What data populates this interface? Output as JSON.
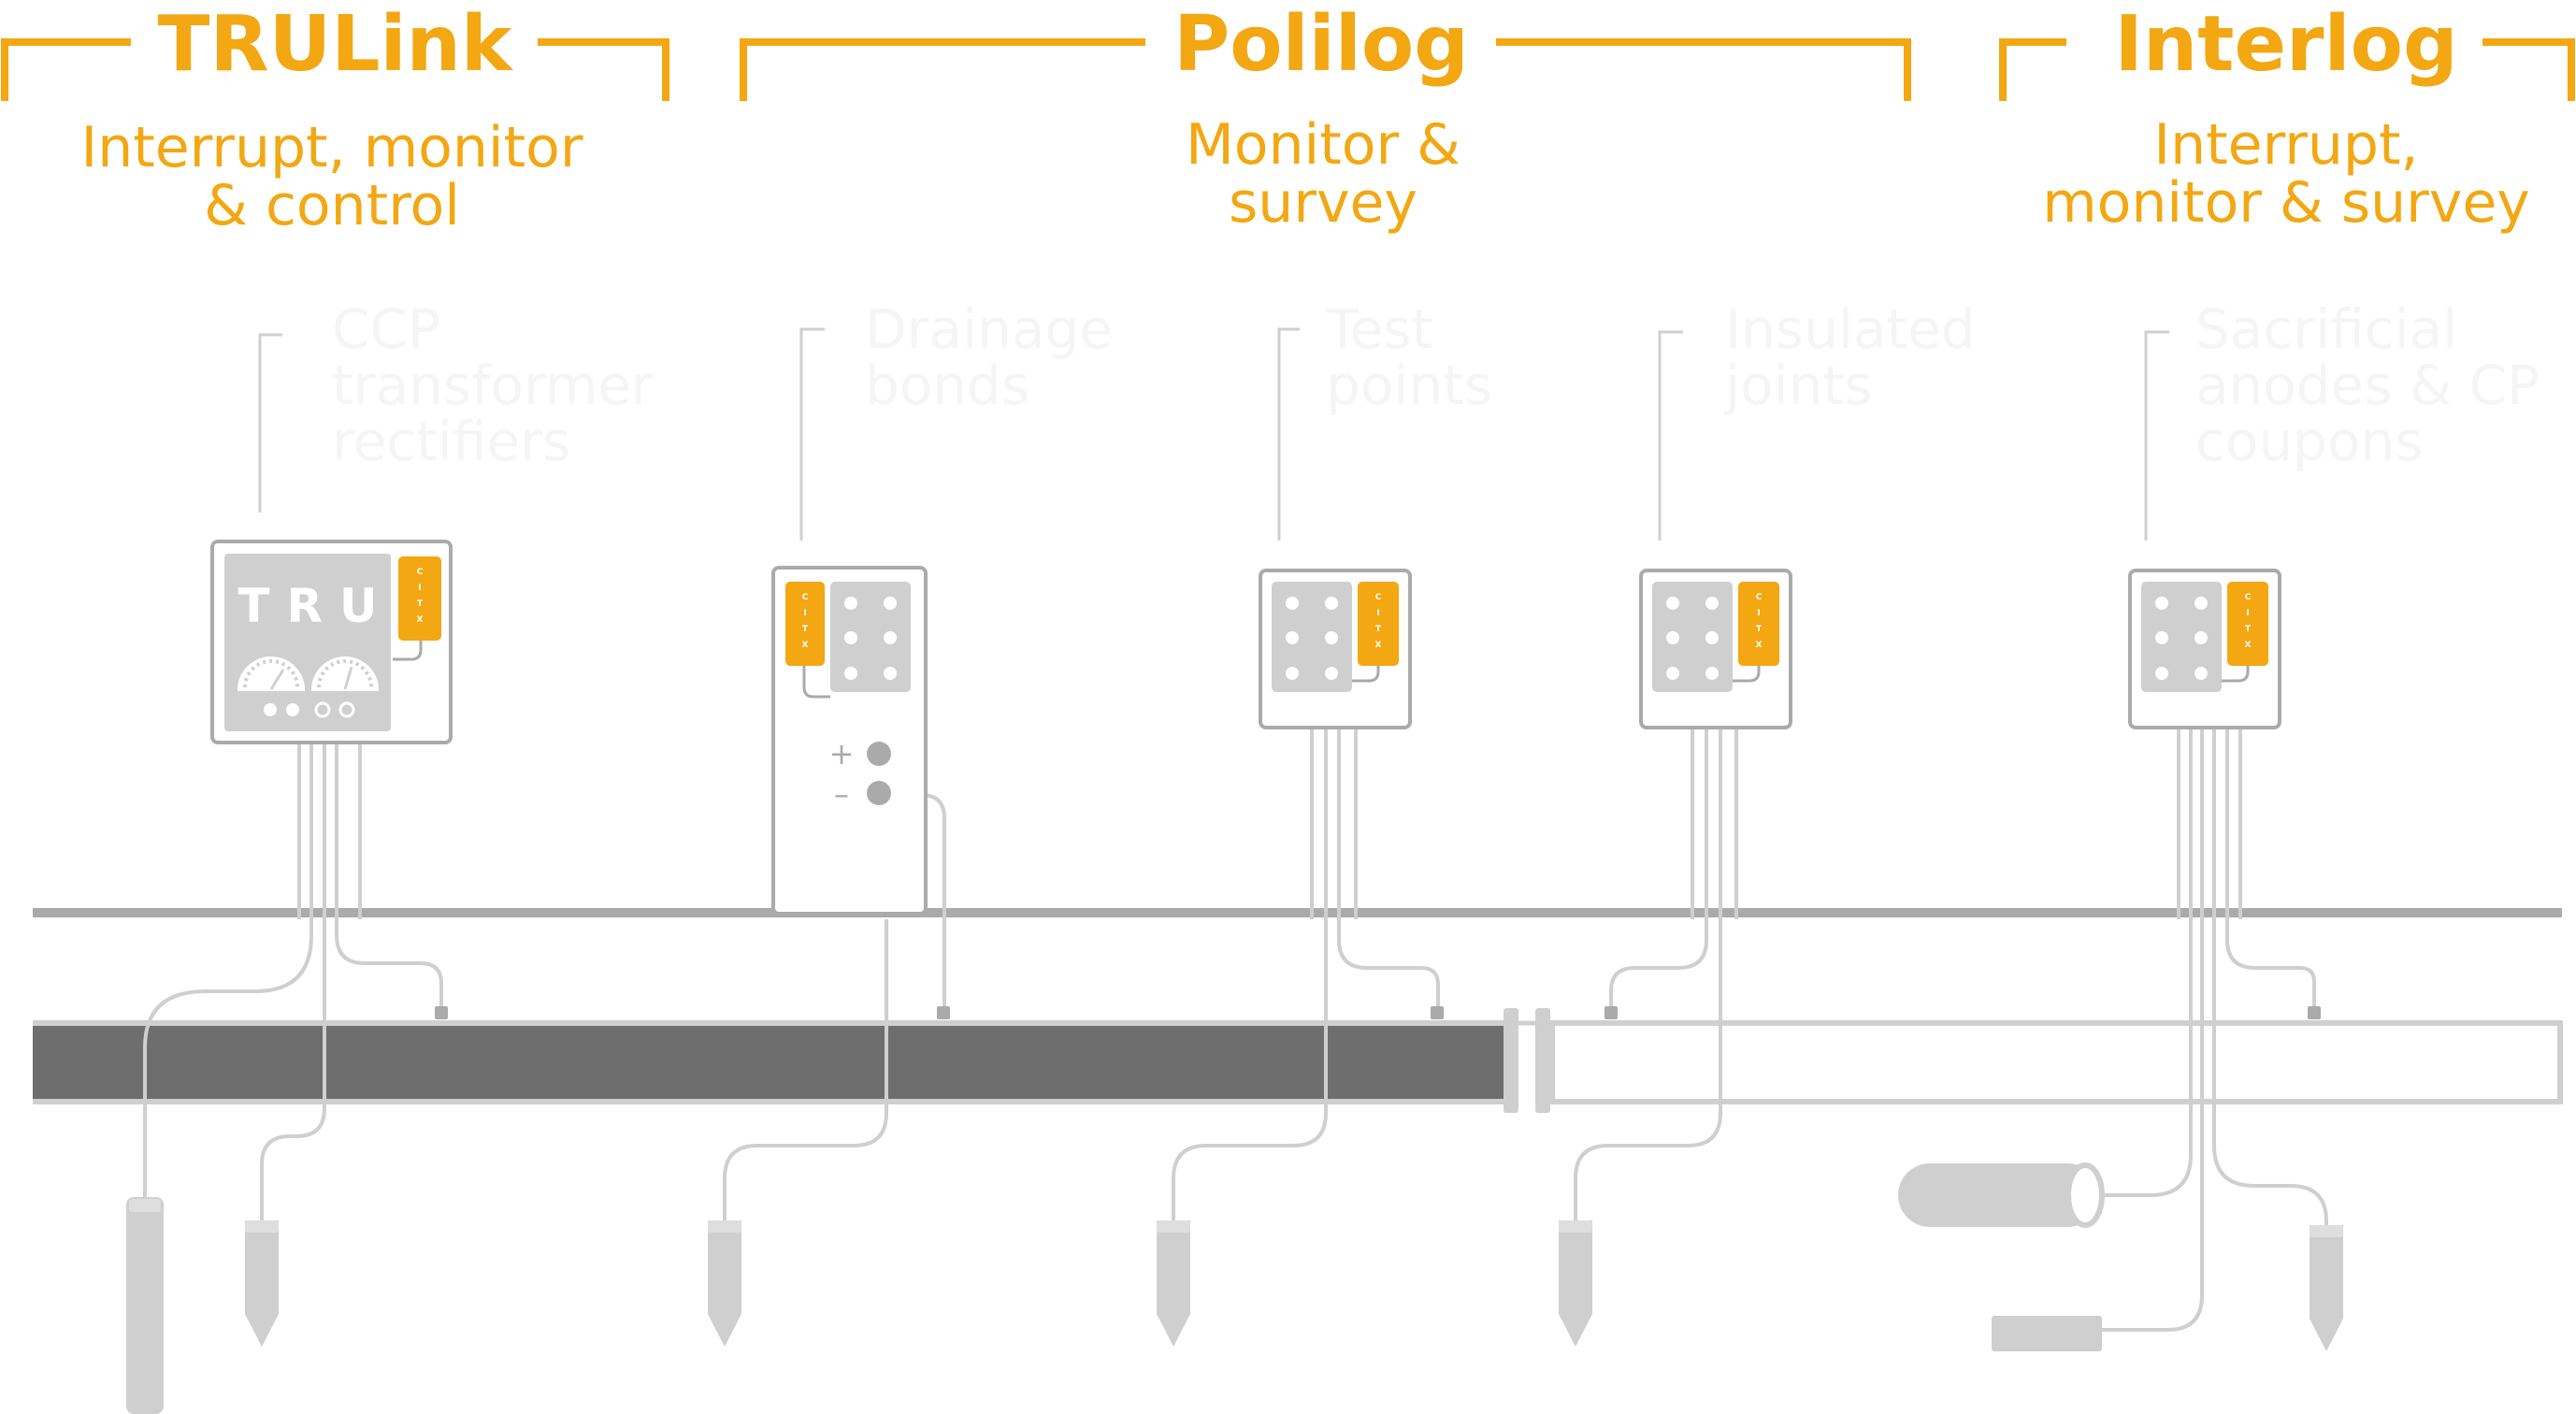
{
  "groups": [
    {
      "title": "TRULink",
      "subtitle_lines": [
        "Interrupt, monitor",
        "& control"
      ]
    },
    {
      "title": "Polilog",
      "subtitle_lines": [
        "Monitor &",
        "survey"
      ]
    },
    {
      "title": "Interlog",
      "subtitle_lines": [
        "Interrupt,",
        "monitor & survey"
      ]
    }
  ],
  "applications": [
    {
      "lines": [
        "CCP",
        "transformer",
        "rectifiers"
      ]
    },
    {
      "lines": [
        "Drainage",
        "bonds"
      ]
    },
    {
      "lines": [
        "Test",
        "points"
      ]
    },
    {
      "lines": [
        "Insulated",
        "joints"
      ]
    },
    {
      "lines": [
        "Sacrificial",
        "anodes & CP",
        "coupons"
      ]
    }
  ],
  "devices": {
    "tru_label": "TRU",
    "citx_label": [
      "C",
      "I",
      "T",
      "X"
    ],
    "plus_sign": "+",
    "minus_sign": "–"
  },
  "colors": {
    "accent": "#f3a712",
    "device_gray": "#cfcfcf",
    "outline": "#aaaaaa",
    "pipe_dark": "#6e6e6e",
    "ghost_text": "#f5f5f5"
  }
}
